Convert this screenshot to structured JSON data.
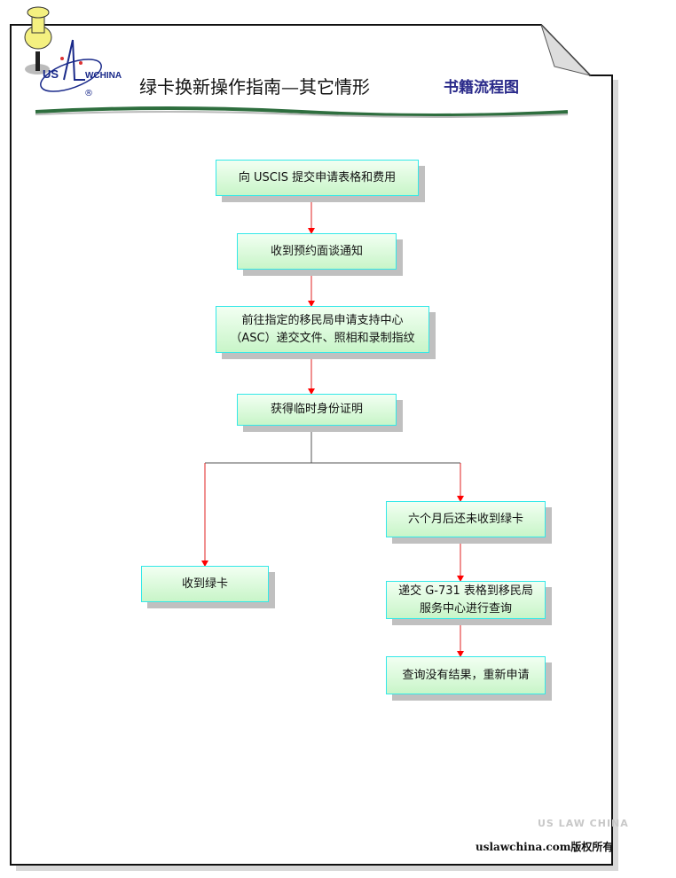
{
  "header": {
    "title": "绿卡换新操作指南—其它情形",
    "subtitle": "书籍流程图",
    "logo_text": "US LAW CHINA"
  },
  "flow": {
    "step1": "向 USCIS 提交申请表格和费用",
    "step2": "收到预约面谈通知",
    "step3_line1": "前往指定的移民局申请支持中心",
    "step3_line2": "（ASC）递交文件、照相和录制指纹",
    "step4": "获得临时身份证明",
    "left_branch": "收到绿卡",
    "right1": "六个月后还未收到绿卡",
    "right2_line1": "递交 G-731 表格到移民局",
    "right2_line2": "服务中心进行查询",
    "right3": "查询没有结果，重新申请"
  },
  "footer": {
    "copyright": "uslawchina.com版权所有",
    "watermark": "US LAW CHINA"
  },
  "colors": {
    "arrow": "#ff0000",
    "box_border": "#33e8e8",
    "subtitle": "#2a2a8a"
  }
}
